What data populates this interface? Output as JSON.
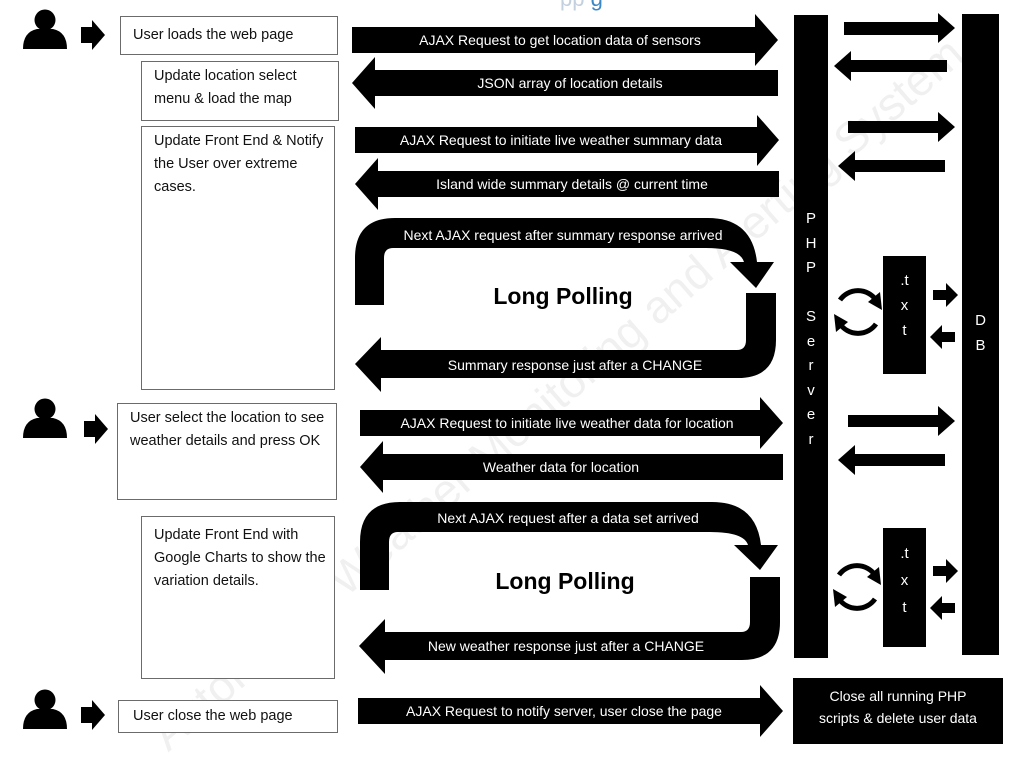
{
  "watermark": "Automated Weather Monitoring and Alerting System",
  "top_fragment": {
    "a": "pp",
    "b": "g"
  },
  "actor_icons": [
    "user-icon",
    "user-icon",
    "user-icon"
  ],
  "boxes": {
    "loads": "User loads the web page",
    "update_location": "Update location select menu & load the map",
    "update_front": "Update Front End & Notify the User over extreme cases.",
    "select_location": "User select the location to see weather details and press OK",
    "update_charts": "Update Front End with Google Charts to show the variation details.",
    "close": "User close the web page"
  },
  "arrows": {
    "a1": "AJAX Request to get location data of sensors",
    "a2": "JSON array of location details",
    "a3": "AJAX Request to initiate live weather summary data",
    "a4": "Island wide summary details @ current time",
    "a5": "AJAX Request to initiate live weather data for location",
    "a6": "Weather data for location",
    "a7": "AJAX Request to notify server, user close the page"
  },
  "loops": [
    {
      "top": "Next AJAX request after summary response arrived",
      "label": "Long Polling",
      "bottom": "Summary response just after a CHANGE"
    },
    {
      "top": "Next AJAX request after a data set arrived",
      "label": "Long Polling",
      "bottom": "New weather response just after a CHANGE"
    }
  ],
  "server_letters": [
    "P",
    "H",
    "P",
    "",
    "S",
    "e",
    "r",
    "v",
    "e",
    "r"
  ],
  "db_letters": [
    "D",
    "B"
  ],
  "txt_letters": [
    ".t",
    "x",
    "t"
  ],
  "close_box": "Close all running PHP scripts & delete user data"
}
